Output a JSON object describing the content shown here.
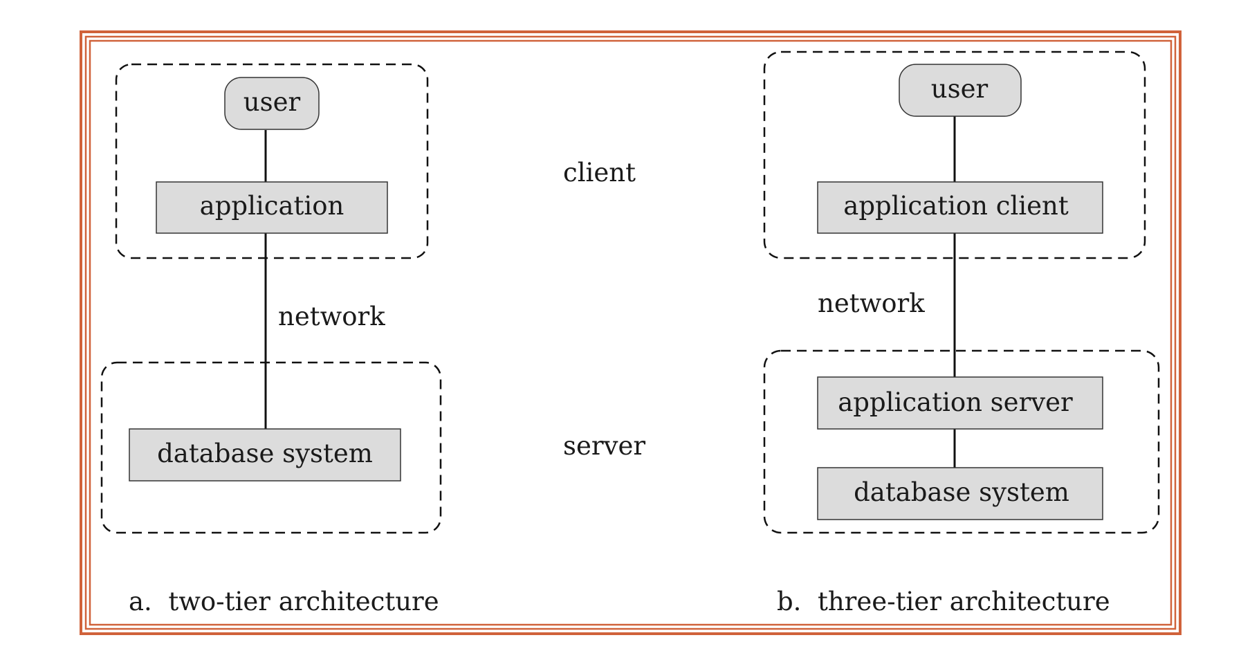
{
  "frame": {
    "border_color": "#d0623a"
  },
  "labels": {
    "client": "client",
    "server": "server"
  },
  "two_tier": {
    "user": "user",
    "application": "application",
    "network": "network",
    "database": "database system",
    "caption": "a.  two-tier architecture"
  },
  "three_tier": {
    "user": "user",
    "app_client": "application client",
    "network": "network",
    "app_server": "application server",
    "database": "database system",
    "caption": "b.  three-tier architecture"
  },
  "colors": {
    "box_fill": "#dcdcdc",
    "box_stroke": "#333333",
    "line": "#111111"
  }
}
